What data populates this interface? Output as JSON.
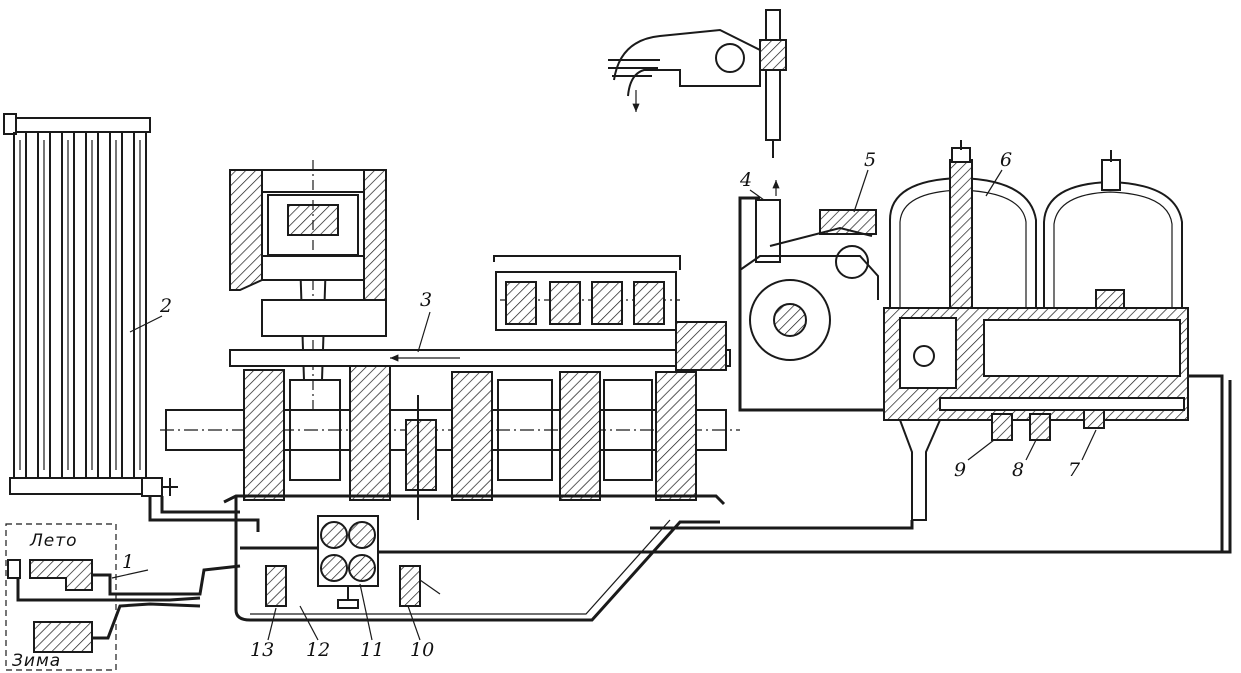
{
  "labels": {
    "callouts": [
      "1",
      "2",
      "3",
      "4",
      "5",
      "6",
      "7",
      "8",
      "9",
      "10",
      "11",
      "12",
      "13"
    ],
    "summer": "Лето",
    "winter": "Зима"
  },
  "colors": {
    "ink": "#1a1a1a",
    "paper": "#ffffff"
  }
}
